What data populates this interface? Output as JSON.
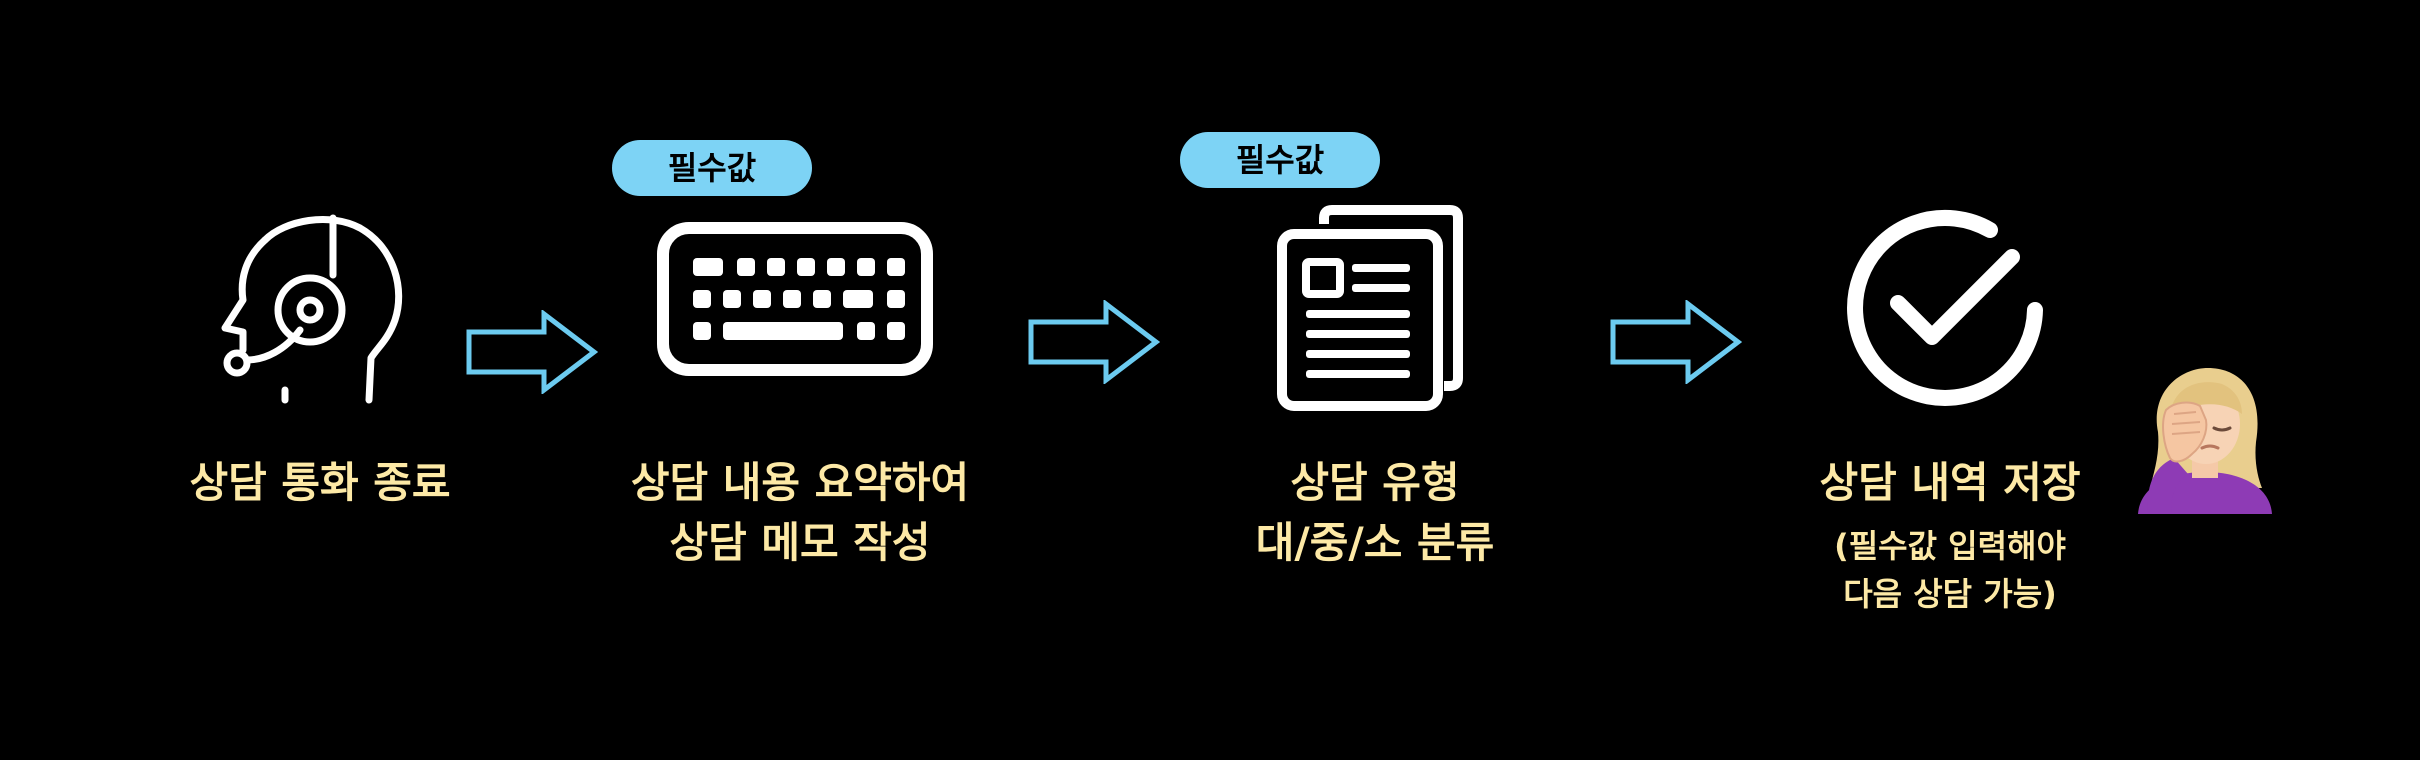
{
  "steps": [
    {
      "label": "상담 통화 종료",
      "icon": "headset-agent-icon"
    },
    {
      "label_line1": "상담 내용 요약하여",
      "label_line2": "상담 메모 작성",
      "badge": "필수값",
      "icon": "keyboard-icon"
    },
    {
      "label_line1": "상담 유형",
      "label_line2": "대/중/소 분류",
      "badge": "필수값",
      "icon": "documents-icon"
    },
    {
      "label": "상담 내역 저장",
      "note_line1": "(필수값 입력해야",
      "note_line2": "다음 상담 가능)",
      "icon": "check-circle-icon"
    }
  ],
  "connector": {
    "icon": "right-arrow-icon",
    "color": "#6CCBF0"
  },
  "emoji": {
    "icon": "facepalm-emoji-icon"
  },
  "colors": {
    "background": "#000000",
    "label": "#FDE9A6",
    "badge_fill": "#7DD3F5",
    "badge_text": "#000000",
    "icon_stroke": "#FFFFFF"
  }
}
